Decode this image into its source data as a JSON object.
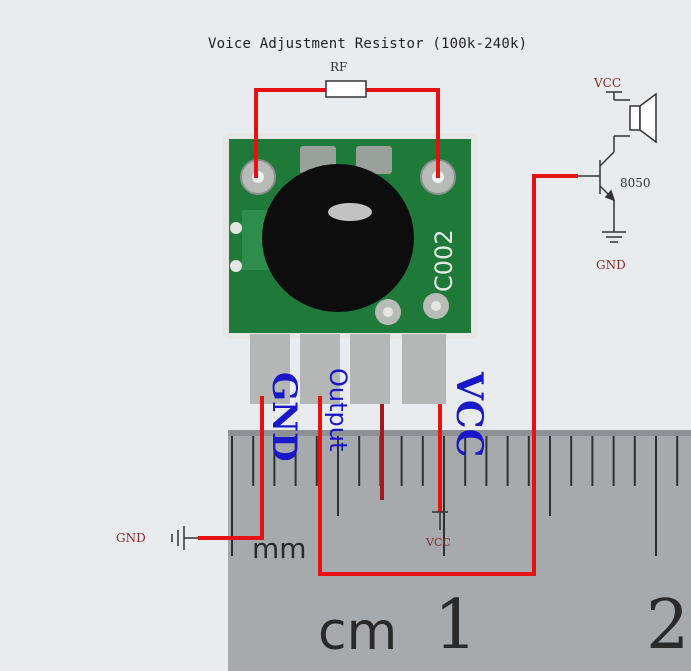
{
  "title": "Voice Adjustment Resistor (100k-240k)",
  "resistor_label": "RF",
  "chip_marking": "C002",
  "pins": {
    "gnd": "GND",
    "output": "Output",
    "vcc": "VCC"
  },
  "circuit": {
    "vcc_top": "VCC",
    "transistor": "8050",
    "gnd_transistor": "GND",
    "gnd_left": "GND",
    "vcc_bottom": "VCC"
  },
  "ruler": {
    "unit_small": "mm",
    "unit_large": "cm",
    "num_1": "1",
    "num_2": "2"
  },
  "colors": {
    "wire": "#e81010",
    "pcb": "#1f7a3a",
    "pin_label": "#1818c8",
    "circuit_label": "#8a2a2a"
  }
}
